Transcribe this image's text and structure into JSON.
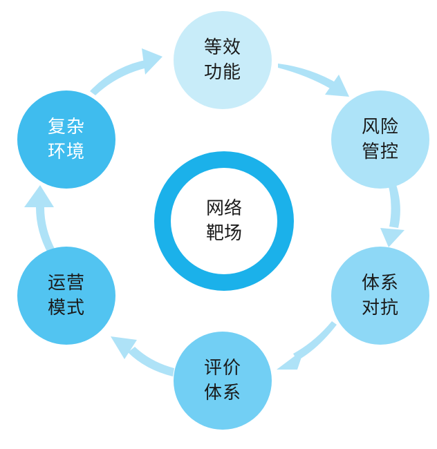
{
  "center": {
    "line1": "网络",
    "line2": "靶场",
    "color": "#1bb1ea"
  },
  "nodes": [
    {
      "line1": "等效",
      "line2": "功能",
      "color": "#c8ecf9"
    },
    {
      "line1": "风险",
      "line2": "管控",
      "color": "#ade3f8"
    },
    {
      "line1": "体系",
      "line2": "对抗",
      "color": "#8ed8f6"
    },
    {
      "line1": "评价",
      "line2": "体系",
      "color": "#72cff4"
    },
    {
      "line1": "运营",
      "line2": "模式",
      "color": "#52c4f1"
    },
    {
      "line1": "复杂",
      "line2": "环境",
      "color": "#3fbcee"
    }
  ],
  "arrow_color": "#aee2f7"
}
